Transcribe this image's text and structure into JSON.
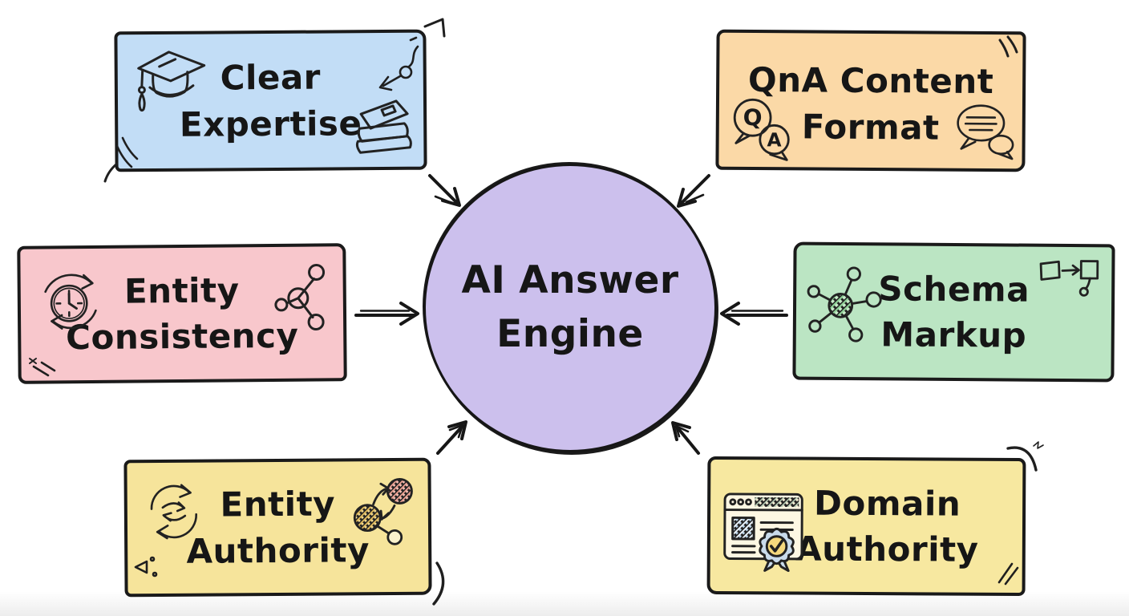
{
  "diagram_title": "AI Answer Engine",
  "background_color": "#ffffff",
  "ink_color": "#1a1a1a",
  "center": {
    "id": "ai-answer-engine",
    "line1": "AI Answer",
    "line2": "Engine",
    "color": "#ccc0ed"
  },
  "nodes": {
    "clear_expertise": {
      "line1": "Clear",
      "line2": "Expertise",
      "color": "#c2ddf6",
      "icons": [
        "graduation-cap",
        "books-stack"
      ]
    },
    "qna_content_format": {
      "line1": "QnA Content",
      "line2": "Format",
      "color": "#fbd9a7",
      "icons": [
        "question-answer-bubbles",
        "chat-bubbles"
      ],
      "q_label": "Q",
      "a_label": "A"
    },
    "entity_consistency": {
      "line1": "Entity",
      "line2": "Consistency",
      "color": "#f8c7cc",
      "icons": [
        "clock-refresh",
        "molecule-network"
      ]
    },
    "schema_markup": {
      "line1": "Schema",
      "line2": "Markup",
      "color": "#bbe5c3",
      "icons": [
        "hub-network",
        "linked-squares"
      ]
    },
    "entity_authority": {
      "line1": "Entity",
      "line2": "Authority",
      "color": "#f6e49b",
      "icons": [
        "cycle-arrows",
        "linked-circles"
      ]
    },
    "domain_authority": {
      "line1": "Domain",
      "line2": "Authority",
      "color": "#f7e8a0",
      "icons": [
        "browser-award-badge"
      ]
    }
  },
  "connections": [
    {
      "from": "clear-expertise",
      "to": "ai-answer-engine"
    },
    {
      "from": "qna-content-format",
      "to": "ai-answer-engine"
    },
    {
      "from": "entity-consistency",
      "to": "ai-answer-engine"
    },
    {
      "from": "schema-markup",
      "to": "ai-answer-engine"
    },
    {
      "from": "entity-authority",
      "to": "ai-answer-engine"
    },
    {
      "from": "domain-authority",
      "to": "ai-answer-engine"
    }
  ]
}
